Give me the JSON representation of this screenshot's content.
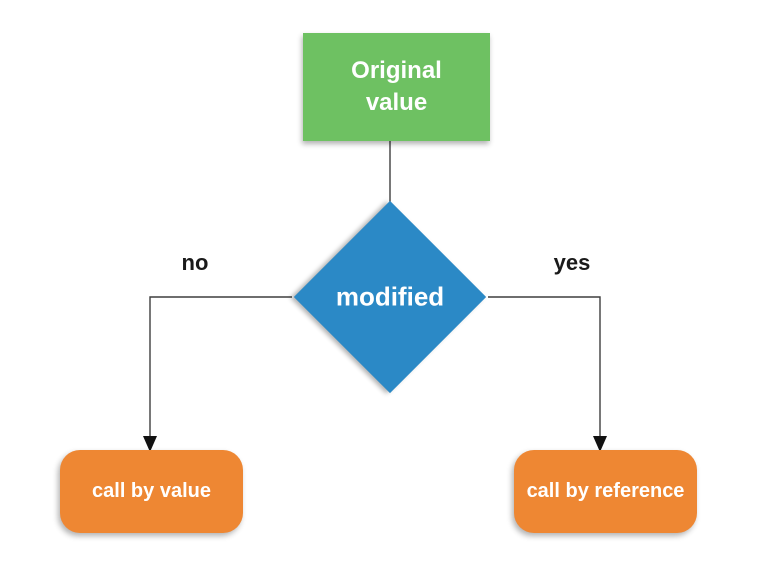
{
  "flowchart": {
    "nodes": {
      "original": {
        "label": "Original\nvalue",
        "type": "process",
        "color": "#6ec162"
      },
      "decision": {
        "label": "modified",
        "type": "decision",
        "color": "#2b89c6"
      },
      "call_by_value": {
        "label": "call by value",
        "type": "result",
        "color": "#ee8733"
      },
      "call_by_reference": {
        "label": "call by reference",
        "type": "result",
        "color": "#ee8733"
      }
    },
    "edges": [
      {
        "from": "original",
        "to": "decision",
        "label": ""
      },
      {
        "from": "decision",
        "to": "call_by_value",
        "label": "no"
      },
      {
        "from": "decision",
        "to": "call_by_reference",
        "label": "yes"
      }
    ],
    "edge_labels": {
      "no": "no",
      "yes": "yes"
    },
    "colors": {
      "node_text": "#ffffff",
      "edge_label_text": "#1a1a1a",
      "connector_line": "#3f3f3f",
      "arrowhead": "#111111",
      "background": "#ffffff"
    }
  }
}
